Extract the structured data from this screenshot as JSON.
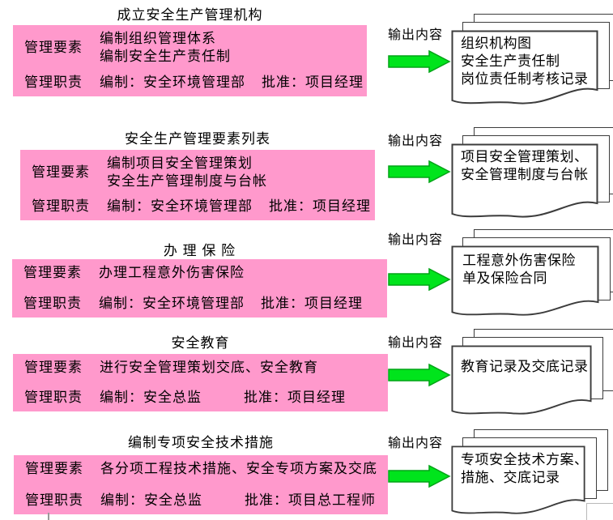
{
  "colors": {
    "box_pink": "#FF99CC",
    "arrow_green": "#00E41C",
    "doc_border": "#3c3c3c"
  },
  "sections": [
    {
      "title": "成立安全生产管理机构",
      "elements_label": "管理要素",
      "elements_lines": [
        "编制组织管理体系",
        "编制安全生产责任制"
      ],
      "duties_label": "管理职责",
      "duty_edit": "编制：安全环境管理部",
      "duty_approve": "批准：项目经理",
      "output_label": "输出内容",
      "doc_lines": [
        "组织机构图",
        "安全生产责任制",
        "岗位责任制考核记录"
      ]
    },
    {
      "title": "安全生产管理要素列表",
      "elements_label": "管理要素",
      "elements_lines": [
        "编制项目安全管理策划",
        "安全生产管理制度与台帐"
      ],
      "duties_label": "管理职责",
      "duty_edit": "编制：安全环境管理部",
      "duty_approve": "批准：项目经理",
      "output_label": "输出内容",
      "doc_lines": [
        "项目安全管理策划、",
        "安全管理制度与台帐"
      ]
    },
    {
      "title": "办 理 保 险",
      "elements_label": "管理要素",
      "elements_lines": [
        "办理工程意外伤害保险"
      ],
      "duties_label": "管理职责",
      "duty_edit": "编制：安全环境管理部",
      "duty_approve": "批准：项目经理",
      "output_label": "输出内容",
      "doc_lines": [
        "工程意外伤害保险",
        "单及保险合同"
      ]
    },
    {
      "title": "安全教育",
      "elements_label": "管理要素",
      "elements_lines": [
        "进行安全管理策划交底、安全教育"
      ],
      "duties_label": "管理职责",
      "duty_edit": "编制：安全总监",
      "duty_approve": "批准：项目经理",
      "output_label": "输出内容",
      "doc_lines": [
        "教育记录及交底记录"
      ]
    },
    {
      "title": "编制专项安全技术措施",
      "elements_label": "管理要素",
      "elements_lines": [
        "各分项工程技术措施、安全专项方案及交底"
      ],
      "duties_label": "管理职责",
      "duty_edit": "编制：安全总监",
      "duty_approve": "批准：项目总工程师",
      "output_label": "输出内容",
      "doc_lines": [
        "专项安全技术方案、",
        "措施、交底记录"
      ]
    }
  ]
}
